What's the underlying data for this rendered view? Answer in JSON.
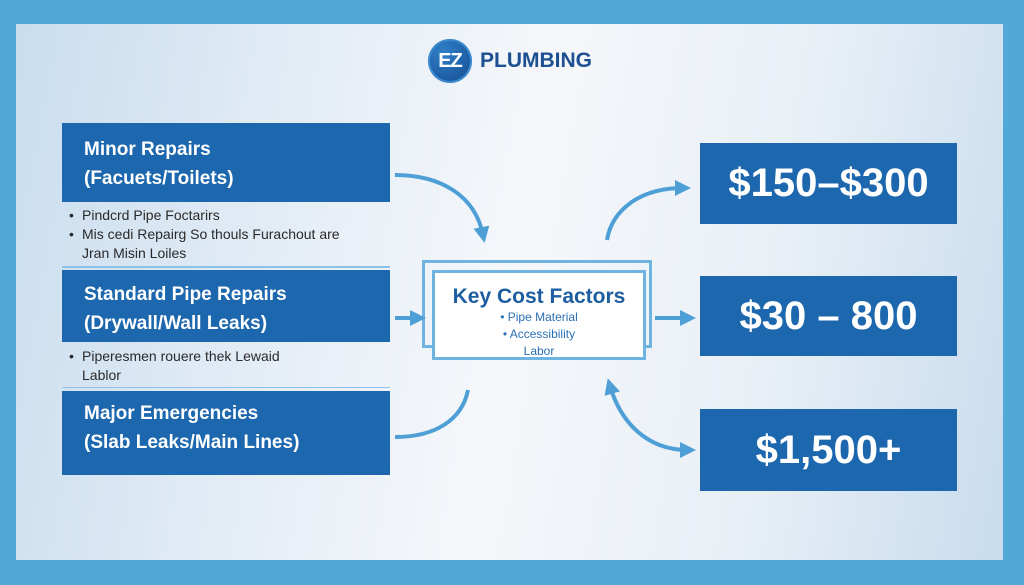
{
  "logo": {
    "badge_text": "EZ",
    "brand_name": "PLUMBING"
  },
  "categories": [
    {
      "title": "Minor Repairs",
      "subtitle": "(Facuets/Toilets)",
      "bullets": [
        {
          "text": "Pindcrd Pipe Foctarirs",
          "dot": true
        },
        {
          "text": "Mis cedi Repairg So thouls Furachout are",
          "dot": true
        },
        {
          "text": "Jran Misin Loiles",
          "dot": false
        }
      ]
    },
    {
      "title": "Standard Pipe Repairs",
      "subtitle": "(Drywall/Wall Leaks)",
      "bullets": [
        {
          "text": "Piperesmen rouere thek Lewaid",
          "dot": true
        },
        {
          "text": "Lablor",
          "dot": false
        }
      ]
    },
    {
      "title": "Major Emergencies",
      "subtitle": "(Slab Leaks/Main Lines)",
      "bullets": []
    }
  ],
  "key_cost_factors": {
    "title": "Key Cost Factors",
    "items": [
      "• Pipe Material",
      "• Accessibility",
      "Labor"
    ]
  },
  "prices": [
    {
      "label": "$150–$300"
    },
    {
      "label": "$30 – 800"
    },
    {
      "label": "$1,500+"
    }
  ],
  "colors": {
    "frame": "#52a8d6",
    "box_blue": "#1c67ad",
    "arrow": "#4d9fd6",
    "brand_text": "#1d4f91"
  }
}
